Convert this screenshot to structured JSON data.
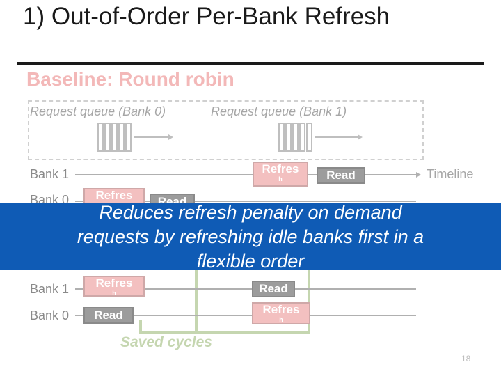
{
  "title": "1) Out-of-Order Per-Bank Refresh",
  "subtitle": "Baseline: Round robin",
  "queues": [
    {
      "label": "Request queue (Bank 0)"
    },
    {
      "label": "Request queue (Bank 1)"
    }
  ],
  "timeline_label": "Timeline",
  "top_diagram": {
    "bank1": {
      "label": "Bank 1",
      "refresh_label": "Refres",
      "refresh_sub": "h",
      "read_label": "Read"
    },
    "bank0": {
      "label": "Bank 0",
      "refresh_label": "Refres",
      "read_label": "Read"
    }
  },
  "overlay_text": [
    "Reduces refresh penalty on demand",
    "requests by refreshing idle banks first in a",
    "flexible order"
  ],
  "bottom_diagram": {
    "bank1": {
      "label": "Bank 1",
      "refresh_label": "Refres",
      "refresh_sub": "h",
      "read_label": "Read"
    },
    "bank0": {
      "label": "Bank 0",
      "read_label": "Read",
      "refresh_label": "Refres",
      "refresh_sub": "h"
    }
  },
  "saved_cycles_label": "Saved cycles",
  "page_number": "18",
  "colors": {
    "overlay": "#0f5bb5",
    "refresh": "#f3c0c0",
    "read": "#9c9c9c",
    "saved": "#c5d6b0",
    "subtitle": "#f3b8b8"
  }
}
